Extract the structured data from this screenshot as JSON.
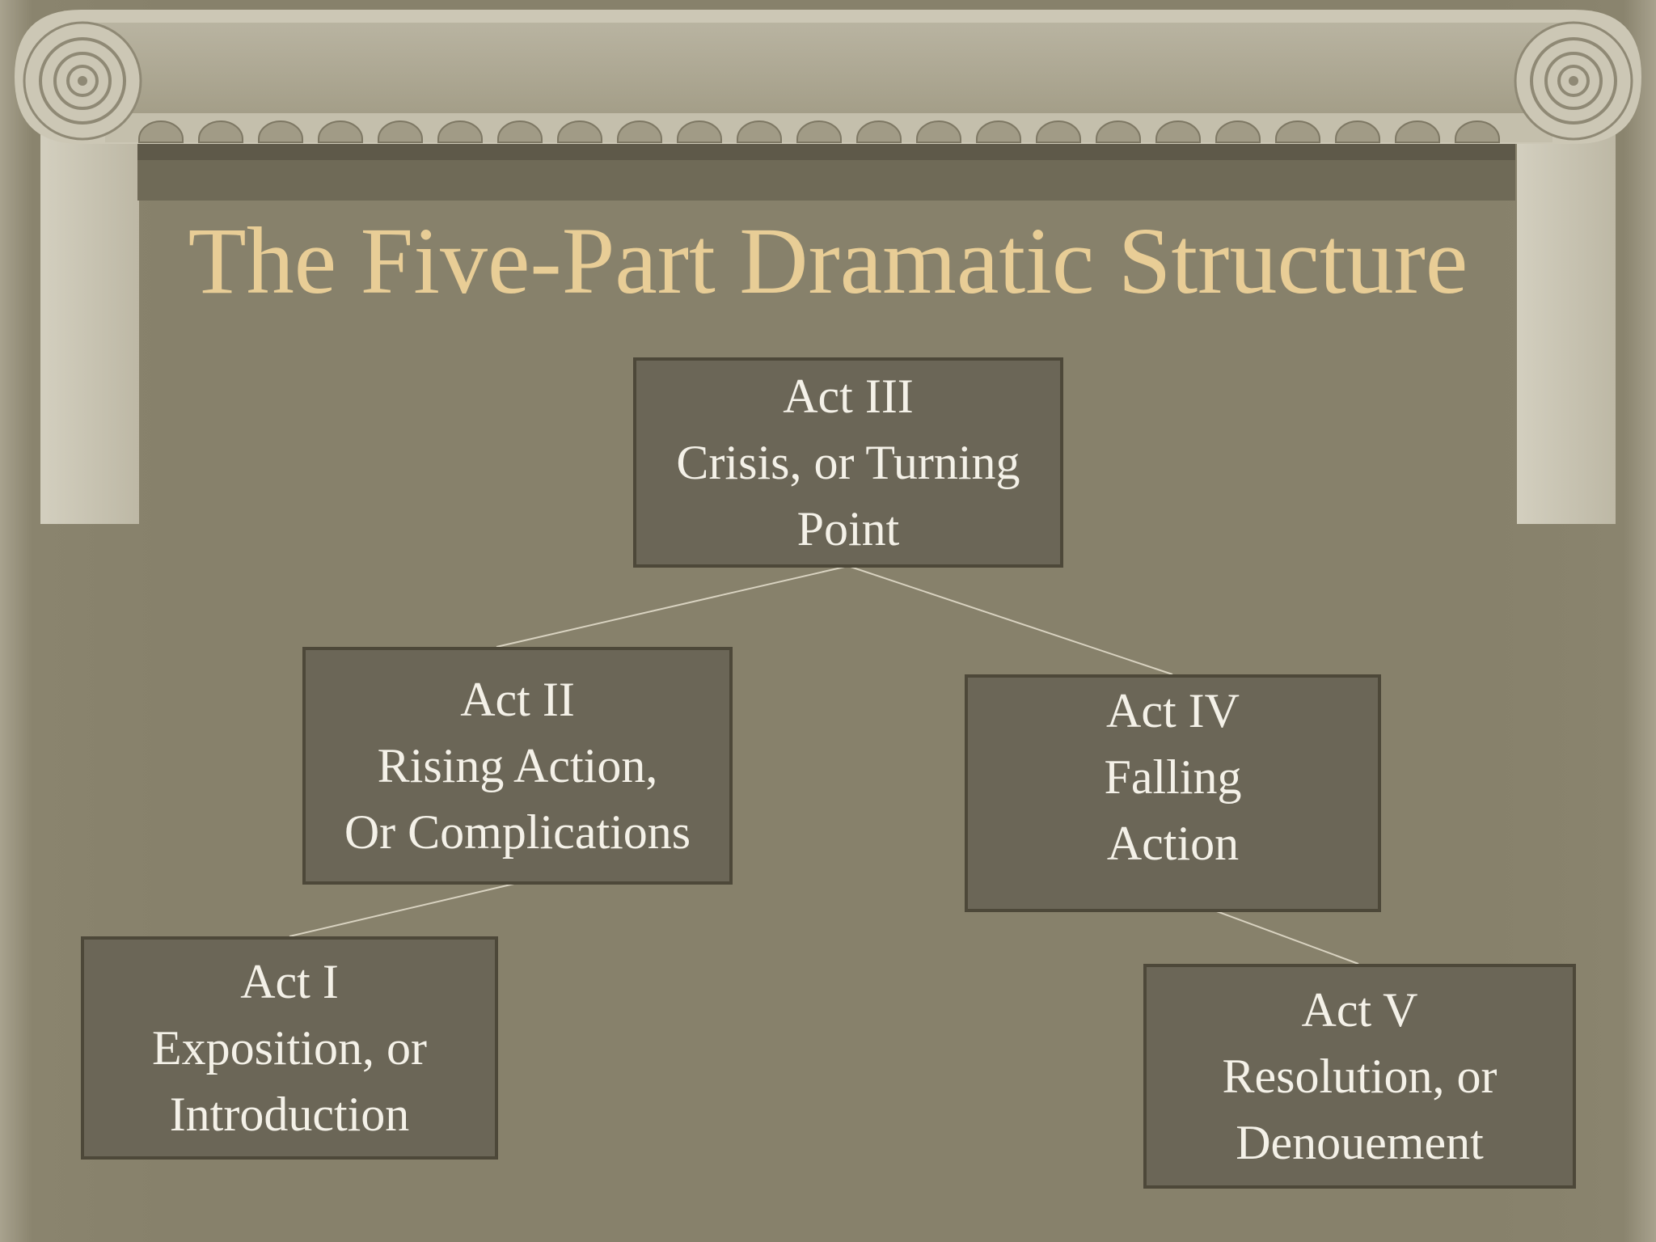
{
  "title": "The Five-Part Dramatic Structure",
  "colors": {
    "title": "#e8cd96",
    "box_fill": "#6b6657",
    "box_border": "#4d4839",
    "box_text": "#f4f1e8",
    "connector": "#d8d2c0",
    "column_stone": "#c9c4b1",
    "background": "#87816b"
  },
  "acts": [
    {
      "id": "act3",
      "lines": [
        "Act III",
        "Crisis, or Turning",
        "Point"
      ]
    },
    {
      "id": "act2",
      "lines": [
        "Act II",
        "Rising Action,",
        "Or Complications"
      ]
    },
    {
      "id": "act4",
      "lines": [
        "Act IV",
        "Falling",
        "Action"
      ]
    },
    {
      "id": "act1",
      "lines": [
        "Act I",
        "Exposition, or",
        "Introduction"
      ]
    },
    {
      "id": "act5",
      "lines": [
        "Act V",
        "Resolution, or",
        "Denouement"
      ]
    }
  ],
  "connections": [
    {
      "from": "act3",
      "to": "act2"
    },
    {
      "from": "act3",
      "to": "act4"
    },
    {
      "from": "act2",
      "to": "act1"
    },
    {
      "from": "act4",
      "to": "act5"
    }
  ]
}
